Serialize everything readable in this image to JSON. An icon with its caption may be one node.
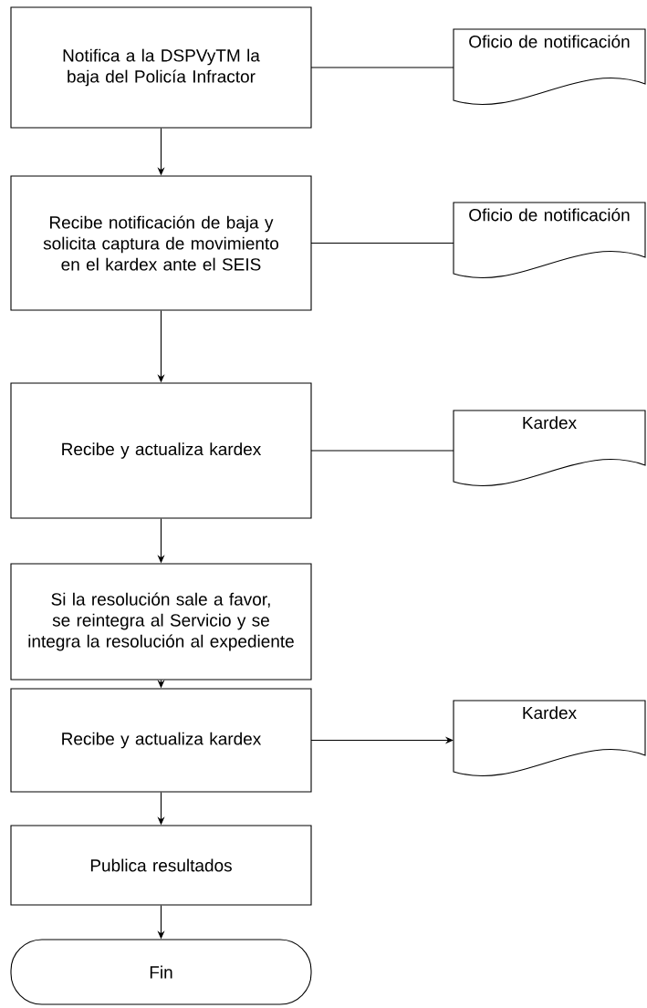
{
  "diagram": {
    "nodes": [
      {
        "text": [
          "Notifica a la DSPVyTM la baja del Policía Infractor"
        ]
      },
      {
        "text": [
          "Oficio de notificación"
        ]
      },
      {
        "text": [
          "Recibe notificación de baja y solicita captura de movimiento en el kardex ante el SEIS"
        ]
      },
      {
        "text": [
          "Oficio de notificación"
        ]
      },
      {
        "text": [
          "Recibe y actualiza kardex"
        ]
      },
      {
        "text": [
          "Kardex"
        ]
      },
      {
        "text": [
          "Si la resolución sale a favor, se reintegra al Servicio y se integra la resolución al expediente"
        ]
      },
      {
        "text": [
          "Recibe y actualiza kardex"
        ]
      },
      {
        "text": [
          "Kardex"
        ]
      },
      {
        "text": [
          "Publica resultados"
        ]
      },
      {
        "text": [
          "Fin"
        ]
      }
    ],
    "edges": [
      {
        "from": 0,
        "to": 1,
        "arrow": "none"
      },
      {
        "from": 0,
        "to": 2,
        "arrow": "to"
      },
      {
        "from": 2,
        "to": 3,
        "arrow": "none"
      },
      {
        "from": 2,
        "to": 4,
        "arrow": "to"
      },
      {
        "from": 4,
        "to": 5,
        "arrow": "none"
      },
      {
        "from": 4,
        "to": 6,
        "arrow": "to"
      },
      {
        "from": 6,
        "to": 7,
        "arrow": "to"
      },
      {
        "from": 7,
        "to": 8,
        "arrow": "to"
      },
      {
        "from": 7,
        "to": 9,
        "arrow": "to"
      },
      {
        "from": 9,
        "to": 10,
        "arrow": "to"
      }
    ]
  }
}
